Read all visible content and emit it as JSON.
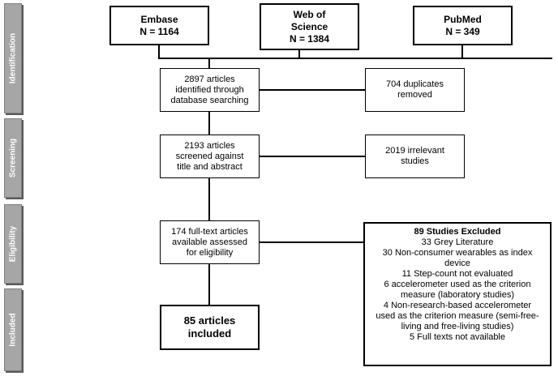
{
  "stages": [
    {
      "label": "Identification"
    },
    {
      "label": "Screening"
    },
    {
      "label": "Eligibility"
    },
    {
      "label": "Included"
    }
  ],
  "sources": [
    {
      "name": "Embase",
      "count": "N = 1164"
    },
    {
      "name": "Web of Science",
      "count": "N = 1384"
    },
    {
      "name": "PubMed",
      "count": "N = 349"
    }
  ],
  "flow": {
    "identified": {
      "lines": [
        "2897 articles",
        "identified through",
        "database searching"
      ]
    },
    "duplicates": {
      "lines": [
        "704 duplicates",
        "removed"
      ]
    },
    "screened": {
      "lines": [
        "2193 articles",
        "screened against",
        "title and abstract"
      ]
    },
    "irrelevant": {
      "lines": [
        "2019 irrelevant",
        "studies"
      ]
    },
    "fulltext": {
      "lines": [
        "174 full-text articles",
        "available assessed",
        "for eligibility"
      ]
    },
    "included": {
      "lines": [
        "85 articles",
        "included"
      ]
    }
  },
  "excluded": {
    "heading": "89 Studies Excluded",
    "lines": [
      "33 Grey Literature",
      "30 Non-consumer wearables as index",
      "device",
      "11 Step-count not evaluated",
      "6 accelerometer used as the criterion",
      "measure (laboratory studies)",
      "4 Non-research-based accelerometer",
      "used as the criterion measure (semi-free-",
      "living and free-living studies)",
      "5 Full texts not available"
    ]
  }
}
